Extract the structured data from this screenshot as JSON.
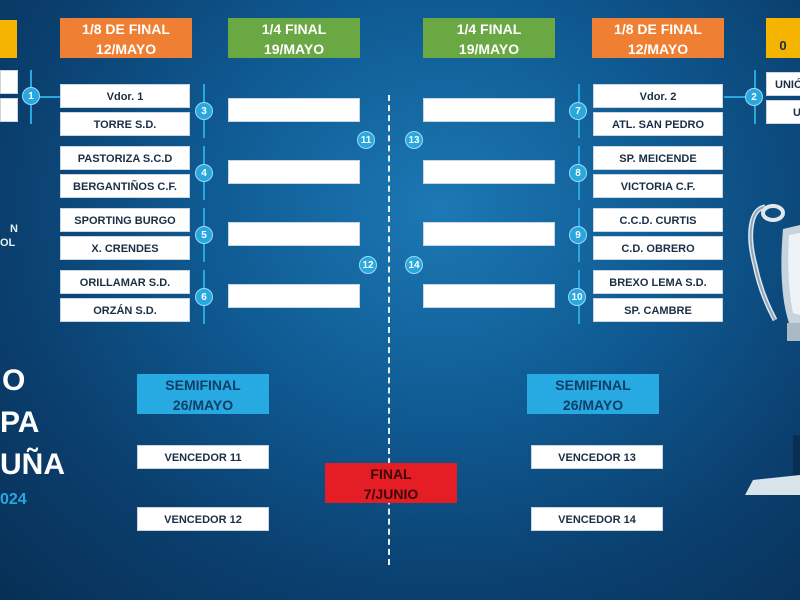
{
  "headers": {
    "r16_left": {
      "line1": "1/8 DE FINAL",
      "line2": "12/MAYO"
    },
    "qf_left": {
      "line1": "1/4 FINAL",
      "line2": "19/MAYO"
    },
    "qf_right": {
      "line1": "1/4 FINAL",
      "line2": "19/MAYO"
    },
    "r16_right": {
      "line1": "1/8 DE FINAL",
      "line2": "12/MAYO"
    },
    "far_right_partial": "0",
    "semi_left": {
      "line1": "SEMIFINAL",
      "line2": "26/MAYO"
    },
    "semi_right": {
      "line1": "SEMIFINAL",
      "line2": "26/MAYO"
    },
    "final": {
      "line1": "FINAL",
      "line2": "7/JUNIO"
    }
  },
  "left_r16": [
    {
      "match": "3",
      "home": "Vdor. 1",
      "away": "TORRE S.D."
    },
    {
      "match": "4",
      "home": "PASTORIZA S.C.D",
      "away": "BERGANTIÑOS C.F."
    },
    {
      "match": "5",
      "home": "SPORTING BURGO",
      "away": "X. CRENDES"
    },
    {
      "match": "6",
      "home": "ORILLAMAR S.D.",
      "away": "ORZÁN S.D."
    }
  ],
  "right_r16": [
    {
      "match": "7",
      "home": "Vdor. 2",
      "away": "ATL. SAN PEDRO"
    },
    {
      "match": "8",
      "home": "SP. MEICENDE",
      "away": "VICTORIA C.F."
    },
    {
      "match": "9",
      "home": "C.C.D. CURTIS",
      "away": "C.D. OBRERO"
    },
    {
      "match": "10",
      "home": "BREXO LEMA S.D.",
      "away": "SP. CAMBRE"
    }
  ],
  "prelim": {
    "left_num": "1",
    "right_num": "2",
    "right_team1": "UNIÓ",
    "right_team2": "U"
  },
  "qf_numbers": {
    "left_top": "11",
    "left_bottom": "12",
    "right_top": "13",
    "right_bottom": "14"
  },
  "semi_teams": {
    "left": [
      "VENCEDOR 11",
      "VENCEDOR 12"
    ],
    "right": [
      "VENCEDOR 13",
      "VENCEDOR 14"
    ]
  },
  "left_title": {
    "side_line1": "N",
    "side_line2": "OL",
    "line1": "O",
    "line2": "PA",
    "line3": "UÑA",
    "year": "024"
  },
  "colors": {
    "accent": "#29a8e0",
    "orange": "#ef7f33",
    "green": "#6aa844",
    "final": "#e51d24",
    "yellow": "#f4b400"
  }
}
